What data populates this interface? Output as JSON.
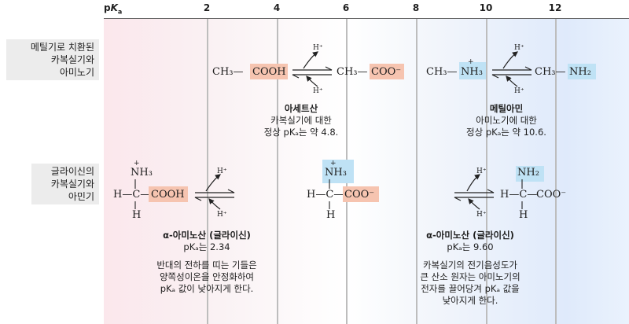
{
  "scale": {
    "label": "pKa",
    "ticks": [
      "2",
      "4",
      "6",
      "8",
      "10",
      "12"
    ]
  },
  "rows": {
    "row1_label": [
      "메틸기로 치환된",
      "카복실기와",
      "아미노기"
    ],
    "row2_label": [
      "글라이신의",
      "카복실기와",
      "아민기"
    ]
  },
  "acetic": {
    "left_ch3": "CH₃—",
    "left_group": "COOH",
    "right_ch3": "CH₃—",
    "right_group": "COO⁻",
    "h_plus": "H⁺",
    "name": "아세트산",
    "line2": "카복실기에 대한",
    "line3": "정상 pKₐ는 약 4.8."
  },
  "methylamine": {
    "left_ch3": "CH₃—",
    "left_group": "NH₃",
    "right_ch3": "CH₃—",
    "right_group": "NH₂",
    "h_plus": "H⁺",
    "name": "메틸아민",
    "line2": "아미노기에 대한",
    "line3": "정상 pKₐ는 약 10.6."
  },
  "glycine_left": {
    "nh3": "NH₃",
    "plus": "+",
    "h_c": "H—C—",
    "cooh": "COOH",
    "h_bottom": "H",
    "h_plus": "H⁺"
  },
  "glycine_mid": {
    "nh3": "NH₃",
    "plus": "+",
    "h_c": "H—C—",
    "coo": "COO⁻",
    "h_bottom": "H"
  },
  "glycine_right": {
    "nh2": "NH₂",
    "h_c": "H—C—",
    "coo": "COO⁻",
    "h_bottom": "H",
    "h_plus": "H⁺"
  },
  "glycine_cap1": {
    "name": "α-아미노산 (글라이신)",
    "pka": "pKₐ는 2.34",
    "d1": "반대의 전하를 띠는 기들은",
    "d2": "양쪽성이온을 안정화하여",
    "d3": "pKₐ 값이 낮아지게 한다."
  },
  "glycine_cap2": {
    "name": "α-아미노산 (글라이신)",
    "pka": "pKₐ는 9.60",
    "d1": "카복실기의 전기음성도가",
    "d2": "큰 산소 원자는 아미노기의",
    "d3": "전자를 끌어당겨 pKₐ 값을",
    "d4": "낮아지게 한다."
  },
  "colors": {
    "orange_box": "#f6c4b0",
    "blue_box": "#bfe2f5"
  }
}
